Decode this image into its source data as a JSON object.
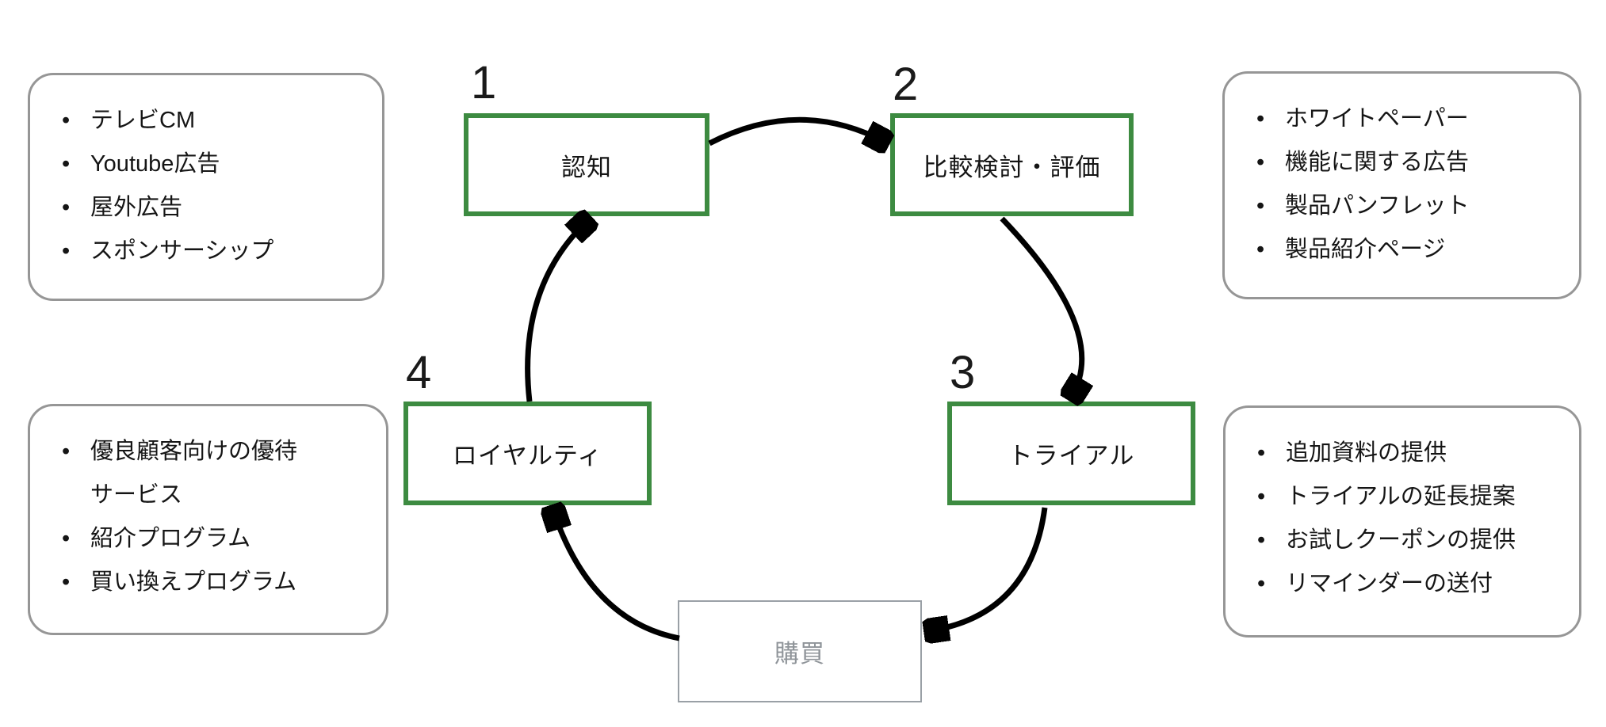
{
  "diagram": {
    "stages": {
      "awareness": {
        "number": "1",
        "label": "認知"
      },
      "consideration": {
        "number": "2",
        "label": "比較検討・評価"
      },
      "trial": {
        "number": "3",
        "label": "トライアル"
      },
      "loyalty": {
        "number": "4",
        "label": "ロイヤルティ"
      },
      "purchase": {
        "label": "購買"
      }
    },
    "callouts": {
      "awareness_tactics": {
        "items": [
          "テレビCM",
          "Youtube広告",
          "屋外広告",
          "スポンサーシップ"
        ]
      },
      "consideration_tactics": {
        "items": [
          "ホワイトペーパー",
          "機能に関する広告",
          "製品パンフレット",
          "製品紹介ページ"
        ]
      },
      "loyalty_tactics": {
        "items": [
          "優良顧客向けの優待\nサービス",
          "紹介プログラム",
          "買い換えプログラム"
        ]
      },
      "trial_tactics": {
        "items": [
          "追加資料の提供",
          "トライアルの延長提案",
          "お試しクーポンの提供",
          "リマインダーの送付"
        ]
      }
    },
    "colors": {
      "stage_border_green": "#3d8b41",
      "purchase_border_gray": "#9aa0a6",
      "purchase_text_gray": "#8f9499",
      "callout_border_gray": "#969696",
      "arrow_black": "#000000",
      "background": "#ffffff"
    }
  }
}
